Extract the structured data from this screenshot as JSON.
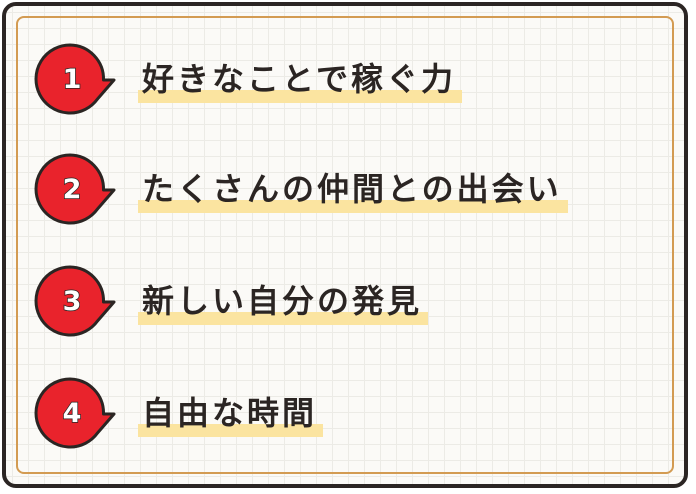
{
  "colors": {
    "frame": "#2b2523",
    "inner_border": "#d39b52",
    "badge_fill": "#e9232c",
    "highlight": "#fbe4a0",
    "text": "#2b2523"
  },
  "items": [
    {
      "number": "1",
      "label": "好きなことで稼ぐ力"
    },
    {
      "number": "2",
      "label": "たくさんの仲間との出会い"
    },
    {
      "number": "3",
      "label": "新しい自分の発見"
    },
    {
      "number": "4",
      "label": "自由な時間"
    }
  ]
}
